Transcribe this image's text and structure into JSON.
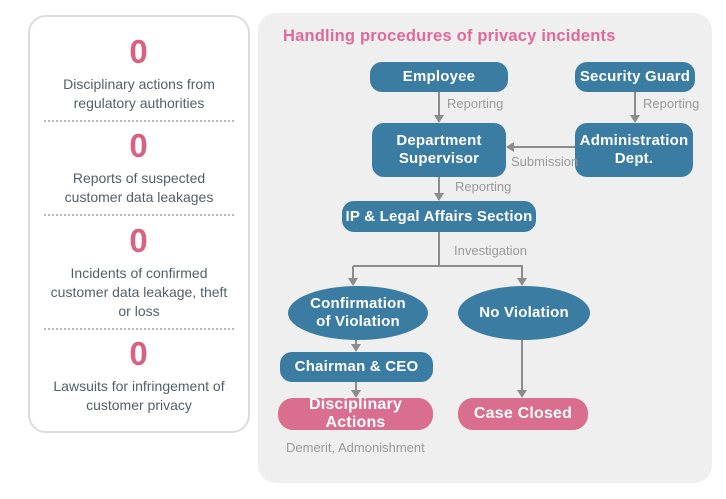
{
  "colors": {
    "accent_pink": "#e0689b",
    "stat_number_pink": "#d86380",
    "node_blue": "#3b7ca3",
    "node_pink": "#d96e8e",
    "arrow_gray": "#8c8c8c"
  },
  "stats_panel": {
    "items": [
      {
        "value": "0",
        "label": "Disciplinary actions from regulatory authorities"
      },
      {
        "value": "0",
        "label": "Reports of suspected customer data leakages"
      },
      {
        "value": "0",
        "label": "Incidents of confirmed customer data leakage, theft or loss"
      },
      {
        "value": "0",
        "label": "Lawsuits for infringement of customer privacy"
      }
    ]
  },
  "flowchart": {
    "title": "Handling procedures of privacy incidents",
    "nodes": {
      "employee": "Employee",
      "security_guard": "Security Guard",
      "department_supervisor": "Department Supervisor",
      "administration_dept": "Administration Dept.",
      "ip_legal": "IP & Legal Affairs Section",
      "confirmation_of_violation": "Confirmation of Violation",
      "no_violation": "No Violation",
      "chairman_ceo": "Chairman & CEO",
      "disciplinary_actions": "Disciplinary Actions",
      "case_closed": "Case Closed"
    },
    "edge_labels": {
      "employee_reporting": "Reporting",
      "security_reporting": "Reporting",
      "submission": "Submission",
      "supervisor_reporting": "Reporting",
      "investigation": "Investigation"
    },
    "note": "Demerit, Admonishment"
  }
}
